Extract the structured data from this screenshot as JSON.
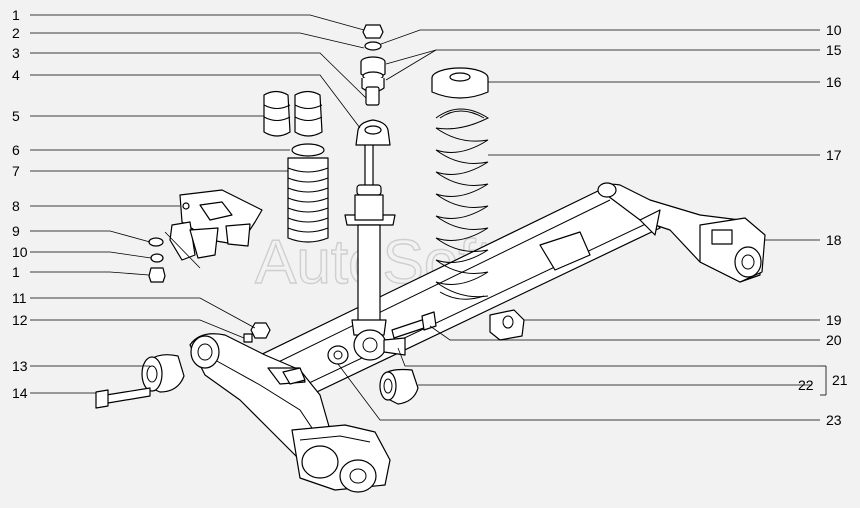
{
  "watermark": "AutoSoft",
  "callouts_left": [
    "1",
    "2",
    "3",
    "4",
    "5",
    "6",
    "7",
    "8",
    "9",
    "10",
    "1",
    "11",
    "12",
    "13",
    "14"
  ],
  "callouts_right": [
    "10",
    "15",
    "16",
    "17",
    "18",
    "19",
    "20",
    "21",
    "22",
    "23"
  ],
  "colors": {
    "background": "#f2f2f2",
    "line": "#000000",
    "part_fill": "#ffffff",
    "watermark": "#cfcfcf"
  }
}
